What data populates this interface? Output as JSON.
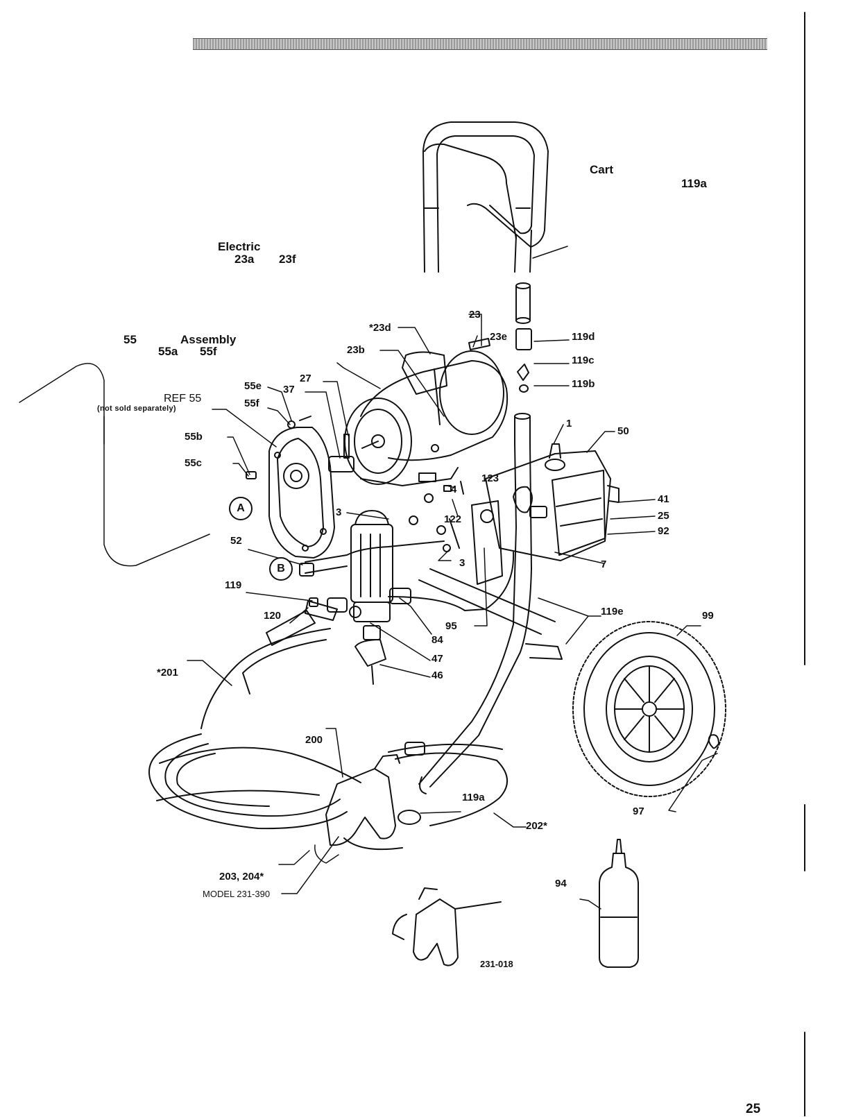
{
  "headings": {
    "cart": "Cart",
    "cart_part": "119a",
    "electric": "Electric",
    "electric_parts_a": "23a",
    "electric_parts_b": "23f",
    "assembly_ref": "55",
    "assembly": "Assembly",
    "assembly_parts_a": "55a",
    "assembly_parts_b": "55f"
  },
  "labels": {
    "ref55": "REF 55",
    "not_sold": "(not sold separately)",
    "p23": "23",
    "p23d": "*23d",
    "p23e": "23e",
    "p23b": "23b",
    "p119d": "119d",
    "p119c": "119c",
    "p119b": "119b",
    "p27": "27",
    "p37": "37",
    "p55e": "55e",
    "p55f": "55f",
    "p55b": "55b",
    "p55c": "55c",
    "p1": "1",
    "p50": "50",
    "p41": "41",
    "p25": "25",
    "p92": "92",
    "p7": "7",
    "p123": "123",
    "p4": "4",
    "p122": "122",
    "p3a": "3",
    "p3b": "3",
    "p52": "52",
    "p119": "119",
    "p120": "120",
    "p84": "84",
    "p95": "95",
    "p47": "47",
    "p46": "46",
    "p119e": "119e",
    "p99": "99",
    "p201": "*201",
    "p200": "200",
    "p119a": "119a",
    "p97": "97",
    "p202": "202*",
    "p203": "203, 204*",
    "model": "MODEL 231-390",
    "p94": "94"
  },
  "callouts": {
    "a": "A",
    "b": "B"
  },
  "figure_number": "231-018",
  "page_number": "25"
}
